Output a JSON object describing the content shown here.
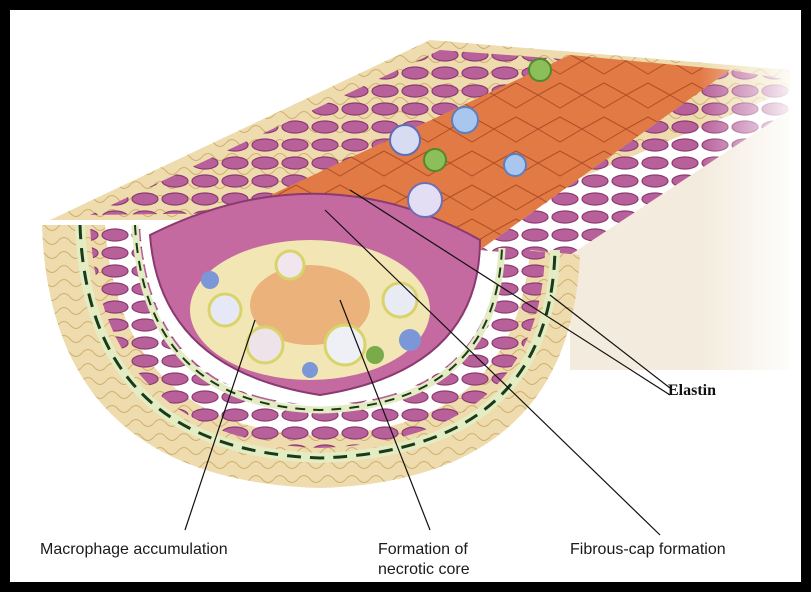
{
  "labels": {
    "elastin": "Elastin",
    "macrophage": "Macrophage accumulation",
    "necrotic_line1": "Formation of",
    "necrotic_line2": "necrotic core",
    "fibrous_cap": "Fibrous-cap formation"
  },
  "colors": {
    "frame": "#000000",
    "background": "#ffffff",
    "lumen": "#e0733f",
    "smooth_muscle": "#b0578c",
    "adventitia": "#ead7a8",
    "elastin_band": "#e4ecc4",
    "leader_line": "#111111"
  }
}
